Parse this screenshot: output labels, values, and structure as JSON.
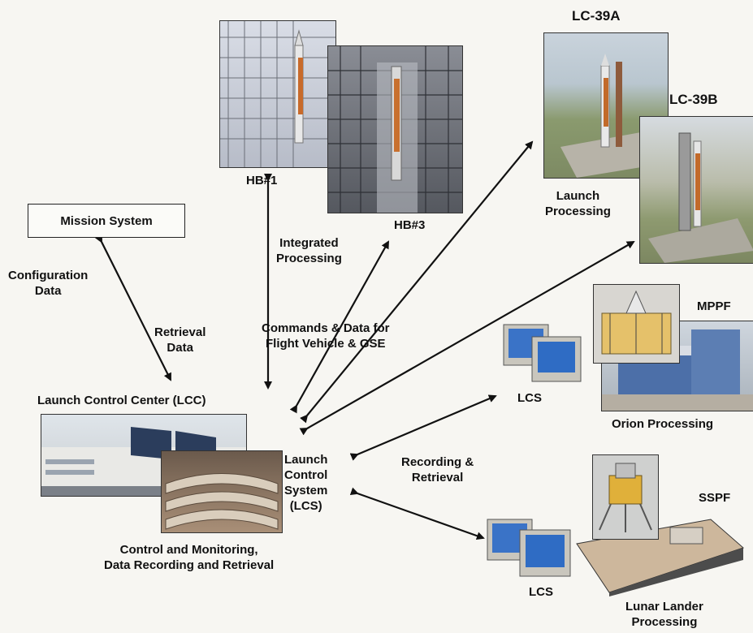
{
  "labels": {
    "hb1": "HB#1",
    "hb3": "HB#3",
    "lc39a": "LC-39A",
    "lc39b": "LC-39B",
    "launch_processing": [
      "Launch",
      "Processing"
    ],
    "mission_system": "Mission System",
    "configuration_data": [
      "Configuration",
      "Data"
    ],
    "retrieval_data": [
      "Retrieval",
      "Data"
    ],
    "integrated_processing": [
      "Integrated",
      "Processing"
    ],
    "commands_data": [
      "Commands & Data for",
      "Flight Vehicle & GSE"
    ],
    "lcc": "Launch Control Center (LCC)",
    "lcs_center": [
      "Launch",
      "Control",
      "System",
      "(LCS)"
    ],
    "recording_retrieval": [
      "Recording &",
      "Retrieval"
    ],
    "lcs_top": "LCS",
    "lcs_bottom": "LCS",
    "mppf": "MPPF",
    "orion_processing": "Orion Processing",
    "sspf": "SSPF",
    "lunar_lander": [
      "Lunar Lander",
      "Processing"
    ],
    "control_monitoring": [
      "Control and Monitoring,",
      "Data Recording and Retrieval"
    ]
  }
}
